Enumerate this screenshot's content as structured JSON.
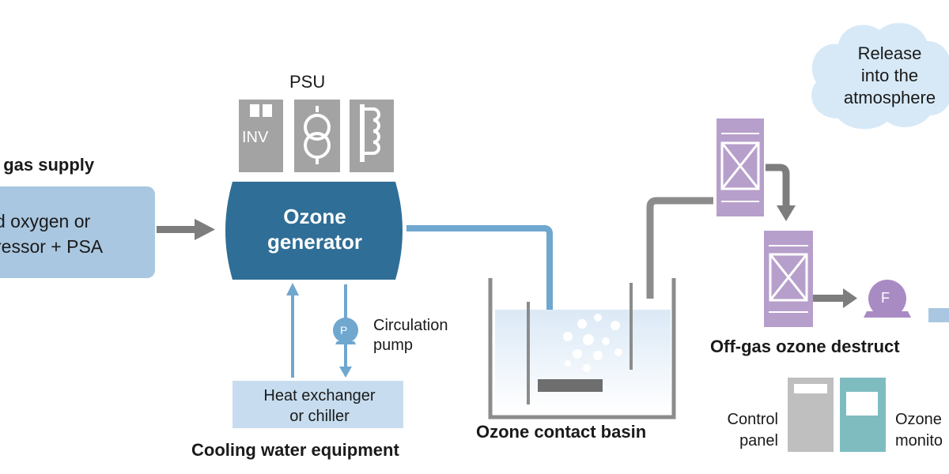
{
  "labels": {
    "feed_gas_supply": "l gas supply",
    "feed_line1": "d oxygen or",
    "feed_line2": "ressor + PSA",
    "psu": "PSU",
    "inv": "INV",
    "ozone_generator_line1": "Ozone",
    "ozone_generator_line2": "generator",
    "circulation_pump_line1": "Circulation",
    "circulation_pump_line2": "pump",
    "pump_symbol": "P",
    "heat_exchanger_line1": "Heat exchanger",
    "heat_exchanger_line2": "or chiller",
    "cooling_water_equipment": "Cooling water equipment",
    "ozone_contact_basin": "Ozone contact basin",
    "off_gas_destruct": "Off-gas ozone destruct",
    "fan_symbol": "F",
    "release_line1": "Release",
    "release_line2": "into the",
    "release_line3": "atmosphere",
    "control_panel_line1": "Control",
    "control_panel_line2": "panel",
    "ozone_monitor_line1": "Ozone",
    "ozone_monitor_line2": "monito"
  },
  "colors": {
    "generator": "#2f6e96",
    "feed_box": "#a9c7e0",
    "pipe_blue": "#6fa7cf",
    "arrow_grey": "#7d7d7d",
    "psu_grey": "#a3a3a3",
    "destructor_purple": "#b79fcb",
    "fan_purple": "#a98bc4",
    "water": "#d4e6f5",
    "heat_exchanger": "#c7ddef",
    "cloud": "#d7e9f7",
    "control_panel": "#bfbfbf",
    "ozone_monitor": "#7fbcc0"
  },
  "icons": [
    "inverter-icon",
    "transformer-icon",
    "coil-icon",
    "pump-icon",
    "fan-icon",
    "cloud-icon"
  ]
}
